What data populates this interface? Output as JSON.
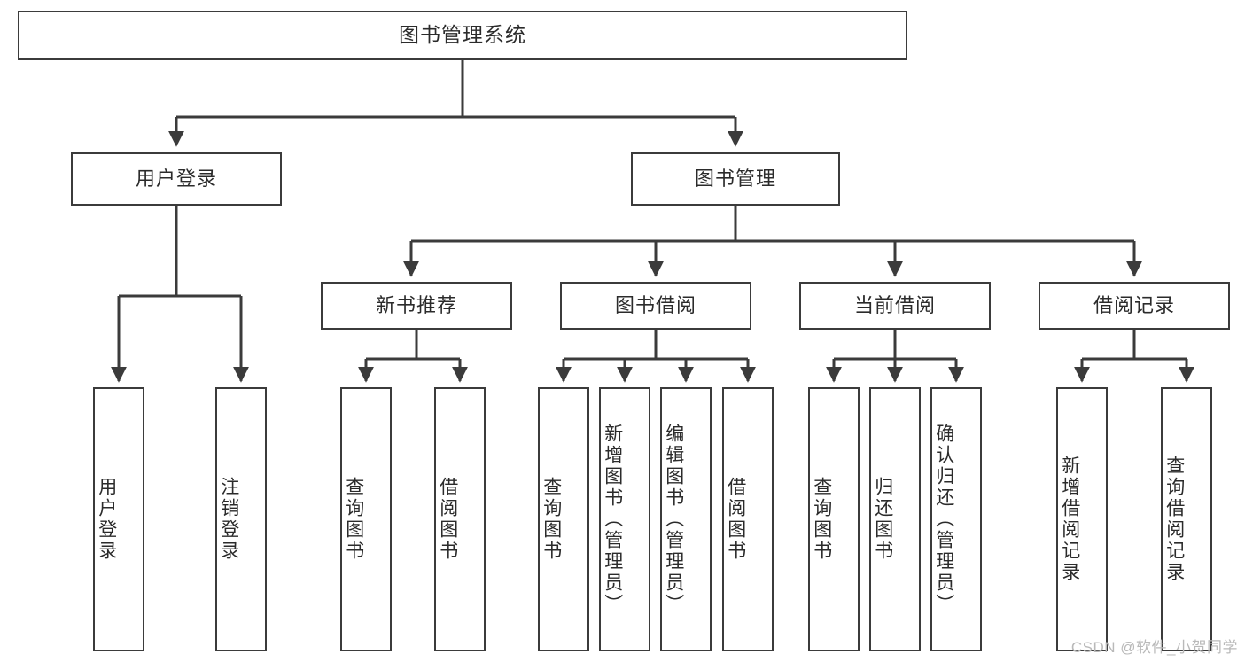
{
  "diagram": {
    "title": "图书管理系统",
    "type": "tree-hierarchy-diagram",
    "colors": {
      "background": "#ffffff",
      "node_border": "#3b3b3b",
      "node_fill": "#ffffff",
      "edge": "#3b3b3b",
      "text": "#2b2b2b",
      "watermark": "#b9b9b9"
    },
    "root": {
      "label": "图书管理系统"
    },
    "level2": [
      {
        "id": "user-login",
        "label": "用户登录"
      },
      {
        "id": "book-management",
        "label": "图书管理"
      }
    ],
    "level3": [
      {
        "id": "new-book-recommend",
        "label": "新书推荐"
      },
      {
        "id": "book-borrow",
        "label": "图书借阅"
      },
      {
        "id": "current-borrow",
        "label": "当前借阅"
      },
      {
        "id": "borrow-record",
        "label": "借阅记录"
      }
    ],
    "leaves": {
      "user_login": [
        {
          "id": "leaf-user-login",
          "label": "用户登录"
        },
        {
          "id": "leaf-logout-login",
          "label": "注销登录"
        }
      ],
      "new_book_recommend": [
        {
          "id": "leaf-query-book-1",
          "label": "查询图书"
        },
        {
          "id": "leaf-borrow-book-1",
          "label": "借阅图书"
        }
      ],
      "book_borrow": [
        {
          "id": "leaf-query-book-2",
          "label": "查询图书"
        },
        {
          "id": "leaf-add-book-admin",
          "label": "新增图书（管理员）"
        },
        {
          "id": "leaf-edit-book-admin",
          "label": "编辑图书（管理员）"
        },
        {
          "id": "leaf-borrow-book-2",
          "label": "借阅图书"
        }
      ],
      "current_borrow": [
        {
          "id": "leaf-query-book-3",
          "label": "查询图书"
        },
        {
          "id": "leaf-return-book",
          "label": "归还图书"
        },
        {
          "id": "leaf-confirm-return-admin",
          "label": "确认归还（管理员）"
        }
      ],
      "borrow_record": [
        {
          "id": "leaf-add-borrow-record",
          "label": "新增借阅记录"
        },
        {
          "id": "leaf-query-borrow-record",
          "label": "查询借阅记录"
        }
      ]
    }
  },
  "watermark": {
    "text": "CSDN @软件_小贺同学"
  }
}
